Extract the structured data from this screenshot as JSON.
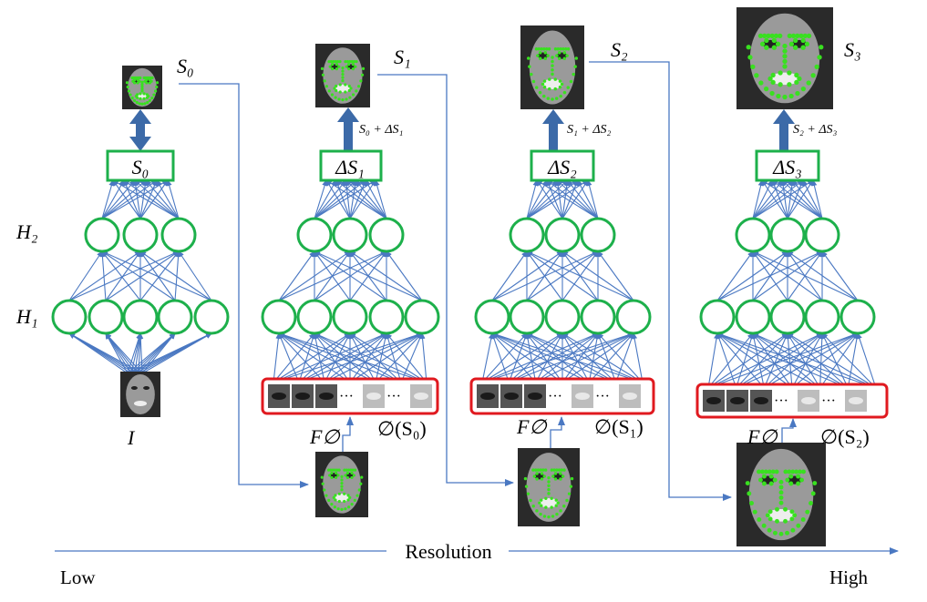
{
  "labels": {
    "layer_h2": "H₂",
    "layer_h1": "H₁",
    "input": "I",
    "resolution": "Resolution",
    "low": "Low",
    "high": "High",
    "feature_extractor": "F∅"
  },
  "stages": [
    {
      "shape_label": "S₀",
      "output_box": "S₀",
      "update": "",
      "patch_label": ""
    },
    {
      "shape_label": "S₁",
      "output_box": "ΔS₁",
      "update": "S₀ + ΔS₁",
      "patch_label": "∅(S₀)"
    },
    {
      "shape_label": "S₂",
      "output_box": "ΔS₂",
      "update": "S₁ + ΔS₂",
      "patch_label": "∅(S₁)"
    },
    {
      "shape_label": "S₃",
      "output_box": "ΔS₃",
      "update": "S₂ + ΔS₃",
      "patch_label": "∅(S₂)"
    }
  ],
  "patch_ellipsis": "···",
  "colors": {
    "node_stroke": "#1db04b",
    "patch_box_stroke": "#e0191f",
    "connection": "#4a78c2",
    "landmark": "#39e020"
  },
  "icons": {
    "face_image": "face-photo",
    "landmarks": "green-landmark-dots"
  }
}
